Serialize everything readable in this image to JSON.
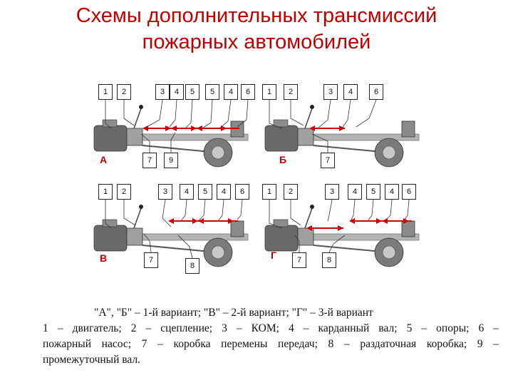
{
  "title": {
    "line1": "Схемы дополнительных трансмиссий",
    "line2": "пожарных автомобилей"
  },
  "panels": [
    {
      "id": "a",
      "letter": "А",
      "top_labels": [
        "1",
        "2",
        "3",
        "4",
        "5",
        "5",
        "4",
        "6"
      ],
      "bottom_labels": [
        "7",
        "9"
      ]
    },
    {
      "id": "b",
      "letter": "Б",
      "top_labels": [
        "1",
        "2",
        "3",
        "4",
        "6"
      ],
      "bottom_labels": [
        "7"
      ]
    },
    {
      "id": "v",
      "letter": "В",
      "top_labels": [
        "1",
        "2",
        "3",
        "4",
        "5",
        "4",
        "6"
      ],
      "bottom_labels": [
        "7",
        "8"
      ]
    },
    {
      "id": "g",
      "letter": "Г",
      "top_labels": [
        "1",
        "2",
        "3",
        "4",
        "5",
        "4",
        "6"
      ],
      "bottom_labels": [
        "7",
        "8"
      ]
    }
  ],
  "caption": {
    "line1": "\"А\", \"Б\" – 1-й вариант; \"В\" – 2-й вариант; \"Г\" – 3-й вариант",
    "line2": "1 – двигатель;  2  – сцепление;  3  – КОМ;  4  – карданный вал;  5  – опоры; 6  –",
    "line3": "пожарный насос; 7 – коробка перемены передач; 8  – раздаточная коробка; 9  –",
    "line4": "промежуточный вал."
  },
  "colors": {
    "title": "#c00000",
    "shaft": "#d00000",
    "frame": "#9a9a9a",
    "engine": "#6a6a6a"
  }
}
